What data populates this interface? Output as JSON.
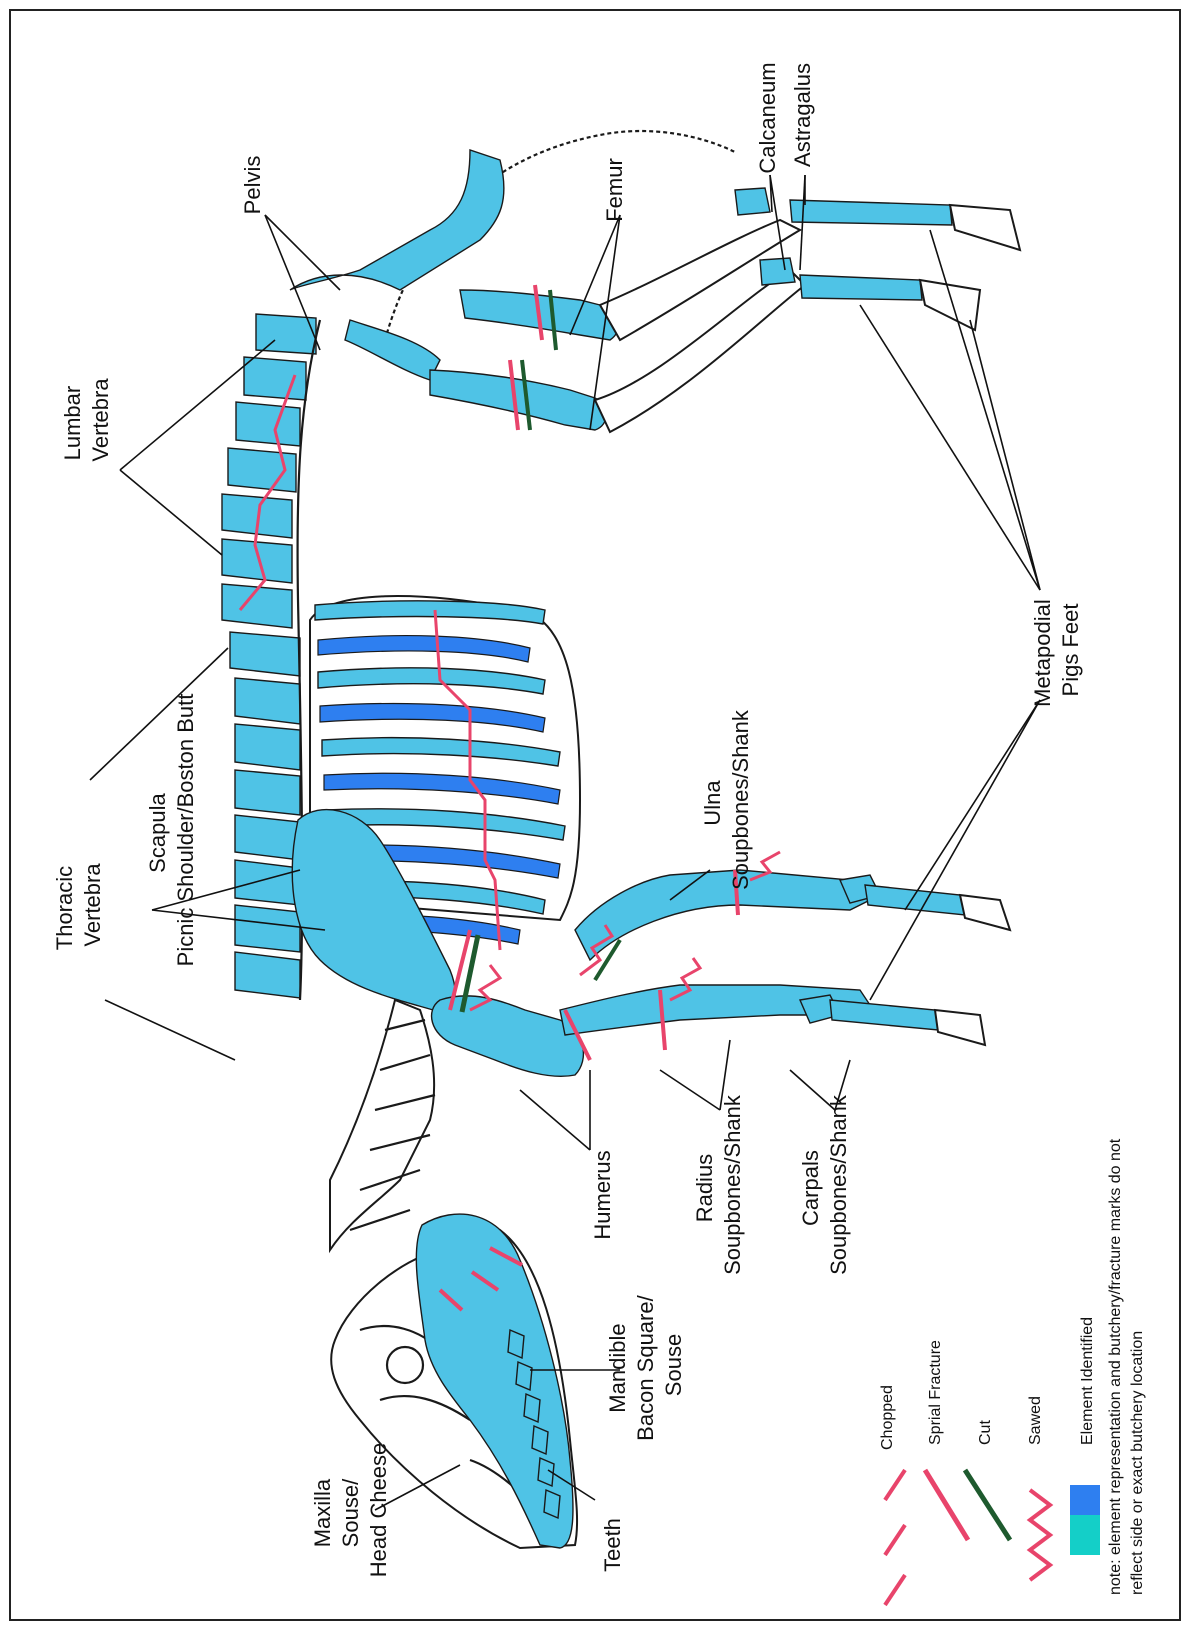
{
  "colors": {
    "element_identified_light": "#4fc3e6",
    "element_identified_dark": "#2e7ff0",
    "element_identified_teal": "#14cfc8",
    "chopped": "#e8446b",
    "spiral_fracture": "#e8446b",
    "cut": "#1e5a2e",
    "sawed": "#e8446b",
    "outline": "#1a1a1a"
  },
  "labels": {
    "maxilla": [
      "Maxilla",
      "Souse/",
      "Head Cheese"
    ],
    "teeth": [
      "Teeth"
    ],
    "mandible": [
      "Mandible",
      "Bacon Square/",
      "Souse"
    ],
    "humerus": [
      "Humerus"
    ],
    "radius": [
      "Radius",
      "Soupbones/Shank"
    ],
    "carpals": [
      "Carpals",
      "Soupbones/Shank"
    ],
    "ulna": [
      "Ulna",
      "Soupbones/Shank"
    ],
    "scapula": [
      "Scapula",
      "Picnic Shoulder/Boston Butt"
    ],
    "thoracic": [
      "Thoracic",
      "Vertebra"
    ],
    "lumbar": [
      "Lumbar",
      "Vertebra"
    ],
    "pelvis": [
      "Pelvis"
    ],
    "femur": [
      "Femur"
    ],
    "calcaneum": [
      "Calcaneum"
    ],
    "astragalus": [
      "Astragalus"
    ],
    "metapodial": [
      "Metapodial",
      "Pigs Feet"
    ]
  },
  "legend": {
    "items": [
      {
        "label": "Chopped",
        "type": "chopped"
      },
      {
        "label": "Sprial Fracture",
        "type": "spiral"
      },
      {
        "label": "Cut",
        "type": "cut"
      },
      {
        "label": "Sawed",
        "type": "sawed"
      },
      {
        "label": "Element Identified",
        "type": "swatch"
      }
    ],
    "note": [
      "note: element representation and butchery/fracture marks do not",
      "reflect side or exact butchery location"
    ]
  }
}
